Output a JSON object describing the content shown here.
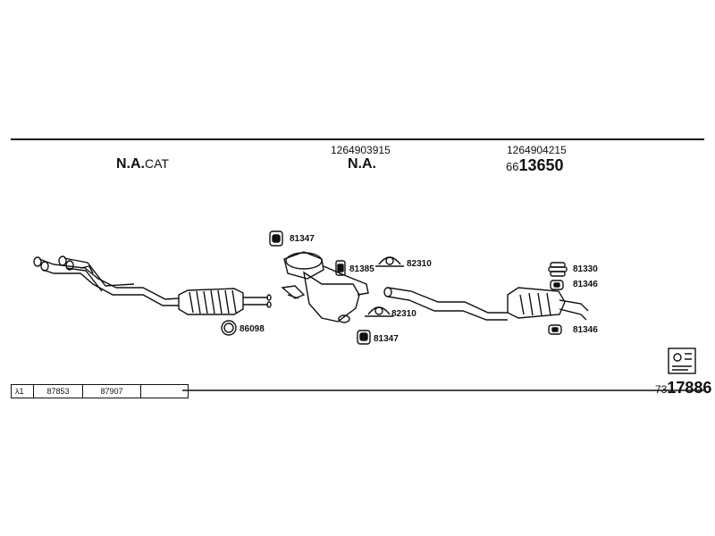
{
  "header": {
    "col1_title_prefix": "N.A.",
    "col1_title_suffix": "CAT",
    "col2_ref": "1264903915",
    "col2_title": "N.A.",
    "col3_ref": "1264904215",
    "col3_prefix": "66",
    "col3_number": "13650"
  },
  "parts": {
    "p86098": "86098",
    "p81347_top": "81347",
    "p81385": "81385",
    "p82310_top": "82310",
    "p82310_bottom": "82310",
    "p81347_bottom": "81347",
    "p81330": "81330",
    "p81346_top": "81346",
    "p81346_bottom": "81346"
  },
  "footer": {
    "lambda": "λ1",
    "cell1": "87853",
    "cell2": "87907",
    "cell3": "",
    "code_prefix": "73",
    "code_number": "17886"
  },
  "icons": {
    "exhaust_diagram": "exhaust-system-drawing",
    "document_icon": "document-icon",
    "clamp_icon": "clamp-icon",
    "hanger_icon": "rubber-hanger-icon",
    "gasket_icon": "gasket-ring-icon"
  }
}
